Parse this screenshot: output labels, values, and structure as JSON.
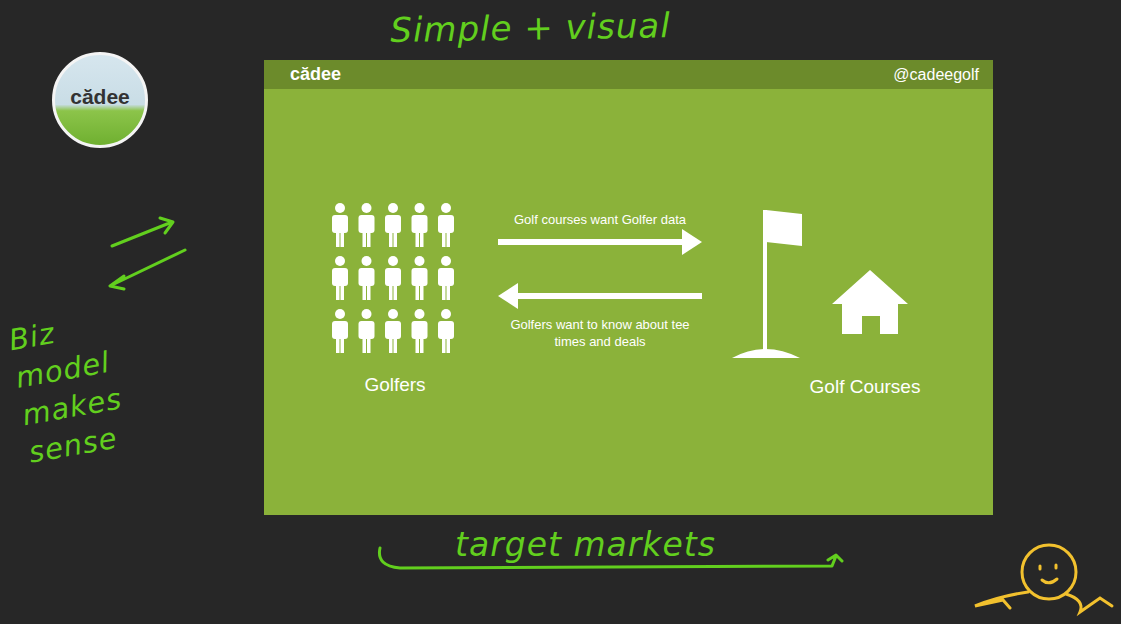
{
  "diagram": {
    "nodes": [
      {
        "text": [
          "cădee"
        ]
      },
      {
        "text": [
          "cădee",
          "@cadeegolf"
        ]
      },
      {
        "text": [
          "Golfers"
        ],
        "in": 1
      },
      {
        "text": [
          "Golf Courses"
        ],
        "in": 1
      }
    ],
    "edges": [
      {
        "from": 2,
        "to": 3,
        "label": "Golf courses want Golfer data",
        "arrow": "to"
      },
      {
        "from": 3,
        "to": 2,
        "label": "Golfers want to know about tee times and deals",
        "arrow": "to"
      }
    ],
    "labels": [
      "Simple + visual",
      "Biz model makes sense",
      "target markets"
    ]
  }
}
